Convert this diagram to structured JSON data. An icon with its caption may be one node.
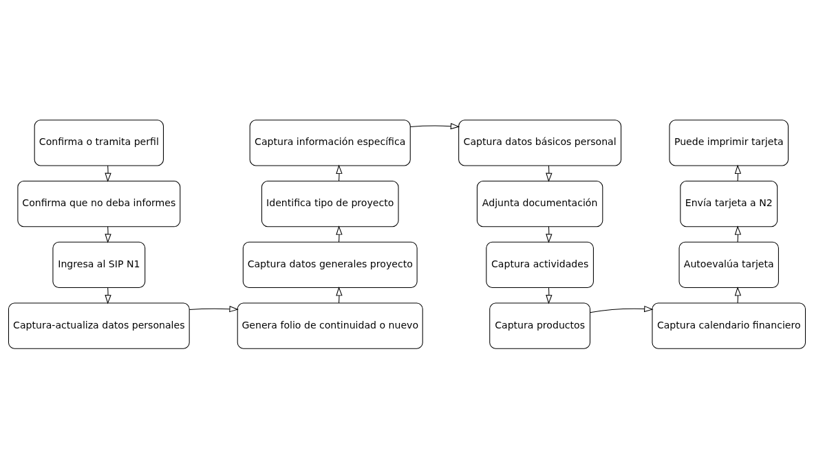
{
  "diagram": {
    "nodes": [
      {
        "text": [
          "Confirma o tramita perfil"
        ]
      },
      {
        "text": [
          "Confirma que no deba informes"
        ]
      },
      {
        "text": [
          "Ingresa al SIP N1"
        ]
      },
      {
        "text": [
          "Captura-actualiza datos personales"
        ]
      },
      {
        "text": [
          "Captura información específica"
        ]
      },
      {
        "text": [
          "Identifica tipo de proyecto"
        ]
      },
      {
        "text": [
          "Captura datos generales proyecto"
        ]
      },
      {
        "text": [
          "Genera folio de continuidad o nuevo"
        ]
      },
      {
        "text": [
          "Captura datos básicos personal"
        ]
      },
      {
        "text": [
          "Adjunta documentación"
        ]
      },
      {
        "text": [
          "Captura actividades"
        ]
      },
      {
        "text": [
          "Captura productos"
        ]
      },
      {
        "text": [
          "Puede imprimir tarjeta"
        ]
      },
      {
        "text": [
          "Envía tarjeta a N2"
        ]
      },
      {
        "text": [
          "Autoevalúa tarjeta"
        ]
      },
      {
        "text": [
          "Captura calendario financiero"
        ]
      }
    ],
    "edges": [
      {
        "from": 0,
        "to": 1,
        "arrow": "to"
      },
      {
        "from": 1,
        "to": 2,
        "arrow": "to"
      },
      {
        "from": 2,
        "to": 3,
        "arrow": "to"
      },
      {
        "from": 3,
        "to": 7,
        "arrow": "to"
      },
      {
        "from": 7,
        "to": 6,
        "arrow": "to"
      },
      {
        "from": 6,
        "to": 5,
        "arrow": "to"
      },
      {
        "from": 5,
        "to": 4,
        "arrow": "to"
      },
      {
        "from": 4,
        "to": 8,
        "arrow": "to"
      },
      {
        "from": 8,
        "to": 9,
        "arrow": "to"
      },
      {
        "from": 9,
        "to": 10,
        "arrow": "to"
      },
      {
        "from": 10,
        "to": 11,
        "arrow": "to"
      },
      {
        "from": 11,
        "to": 15,
        "arrow": "to"
      },
      {
        "from": 15,
        "to": 14,
        "arrow": "to"
      },
      {
        "from": 14,
        "to": 13,
        "arrow": "to"
      },
      {
        "from": 13,
        "to": 12,
        "arrow": "to"
      }
    ]
  }
}
